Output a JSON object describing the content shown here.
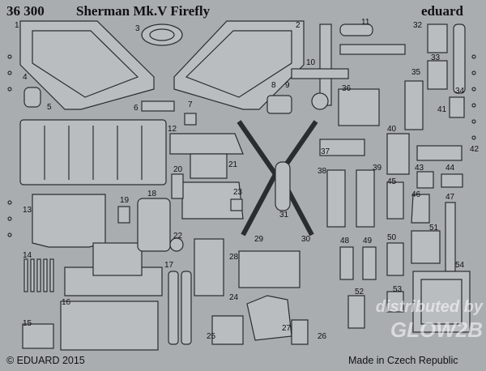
{
  "header": {
    "code": "36 300",
    "title": "Sherman Mk.V Firefly",
    "brand": "eduard"
  },
  "footer": {
    "copyright": "© EDUARD 2015",
    "origin": "Made in Czech Republic"
  },
  "watermark": {
    "line1": "distributed by",
    "line2": "GLOW2B"
  },
  "part_numbers": [
    "1",
    "2",
    "3",
    "4",
    "5",
    "6",
    "7",
    "8",
    "9",
    "10",
    "11",
    "12",
    "13",
    "14",
    "15",
    "16",
    "17",
    "18",
    "19",
    "20",
    "21",
    "22",
    "23",
    "24",
    "25",
    "26",
    "27",
    "28",
    "29",
    "30",
    "31",
    "32",
    "33",
    "34",
    "35",
    "36",
    "37",
    "38",
    "39",
    "40",
    "41",
    "42",
    "43",
    "44",
    "45",
    "46",
    "47",
    "48",
    "49",
    "50",
    "51",
    "52",
    "53",
    "54"
  ],
  "colors": {
    "fret": "#a9adb0",
    "part_fill": "#b9bdc0",
    "part_stroke": "#2a2d30",
    "text": "#111111"
  }
}
